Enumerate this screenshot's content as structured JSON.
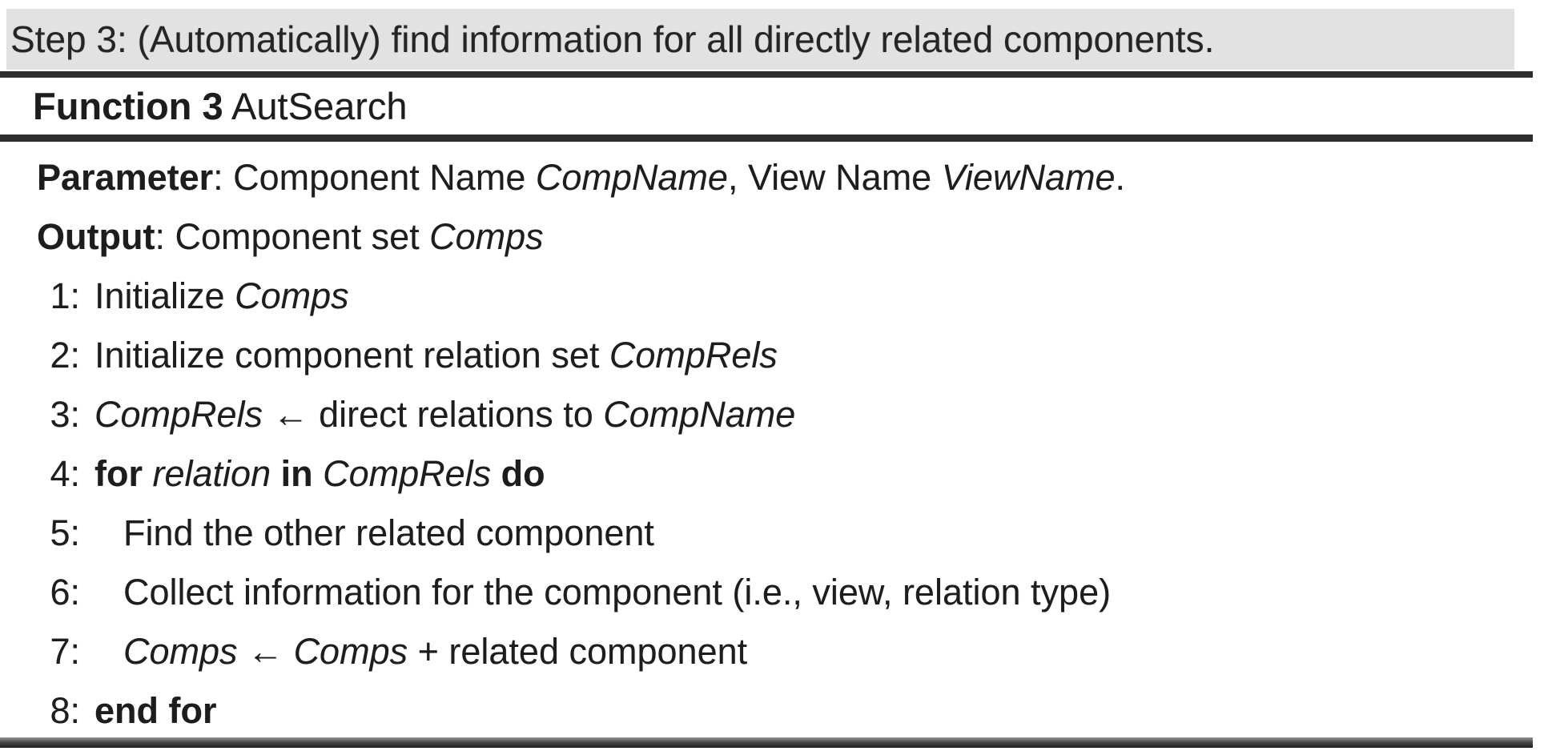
{
  "step_header": {
    "text": "Step 3: (Automatically) find information for all directly related components."
  },
  "algorithm": {
    "title_segments": [
      {
        "t": "Function 3",
        "s": "b"
      },
      {
        "t": " AutSearch",
        "s": "r"
      }
    ],
    "parameter_segments": [
      {
        "t": "Parameter",
        "s": "b"
      },
      {
        "t": ": Component Name ",
        "s": "r"
      },
      {
        "t": "CompName",
        "s": "i"
      },
      {
        "t": ", View Name ",
        "s": "r"
      },
      {
        "t": "ViewName",
        "s": "i"
      },
      {
        "t": ".",
        "s": "r"
      }
    ],
    "output_segments": [
      {
        "t": "Output",
        "s": "b"
      },
      {
        "t": ": Component set ",
        "s": "r"
      },
      {
        "t": "Comps",
        "s": "i"
      }
    ],
    "lines": [
      {
        "num": "1:",
        "indent": 0,
        "segments": [
          {
            "t": "Initialize ",
            "s": "r"
          },
          {
            "t": "Comps",
            "s": "i"
          }
        ]
      },
      {
        "num": "2:",
        "indent": 0,
        "segments": [
          {
            "t": "Initialize component relation set ",
            "s": "r"
          },
          {
            "t": "CompRels",
            "s": "i"
          }
        ]
      },
      {
        "num": "3:",
        "indent": 0,
        "segments": [
          {
            "t": "CompRels",
            "s": "i"
          },
          {
            "t": " ← direct relations to ",
            "s": "r"
          },
          {
            "t": "CompName",
            "s": "i"
          }
        ]
      },
      {
        "num": "4:",
        "indent": 0,
        "segments": [
          {
            "t": "for ",
            "s": "b"
          },
          {
            "t": "relation",
            "s": "i"
          },
          {
            "t": " in ",
            "s": "b"
          },
          {
            "t": "CompRels",
            "s": "i"
          },
          {
            "t": " do",
            "s": "b"
          }
        ]
      },
      {
        "num": "5:",
        "indent": 1,
        "segments": [
          {
            "t": "Find the other related component",
            "s": "r"
          }
        ]
      },
      {
        "num": "6:",
        "indent": 1,
        "segments": [
          {
            "t": "Collect information for the component (i.e., view, relation type)",
            "s": "r"
          }
        ]
      },
      {
        "num": "7:",
        "indent": 1,
        "segments": [
          {
            "t": "Comps",
            "s": "i"
          },
          {
            "t": " ← ",
            "s": "r"
          },
          {
            "t": "Comps",
            "s": "i"
          },
          {
            "t": " + related component",
            "s": "r"
          }
        ]
      },
      {
        "num": "8:",
        "indent": 0,
        "segments": [
          {
            "t": "end for",
            "s": "b"
          }
        ]
      }
    ]
  },
  "colors": {
    "header_bg": "#e2e2e2",
    "text": "#1d1d1d",
    "rule": "#2d2d2d"
  }
}
